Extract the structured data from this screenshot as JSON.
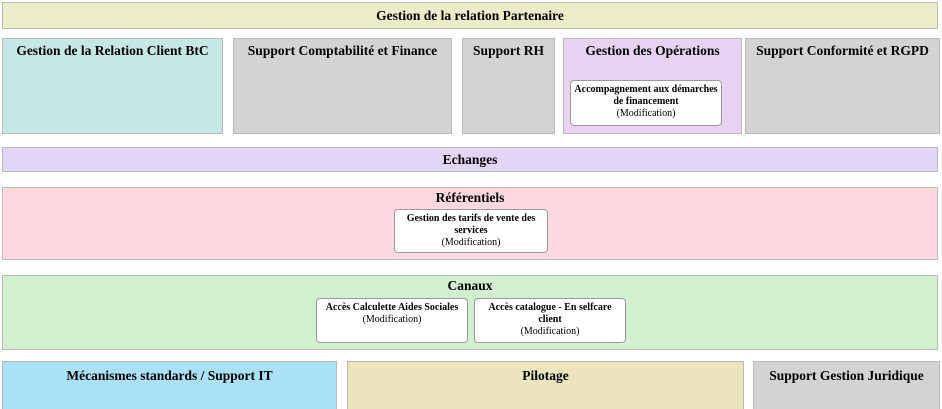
{
  "page": {
    "background": "#ffffff",
    "block_border_color": "#b9b9b9",
    "item_border_color": "#9a9a9a",
    "text_color": "#000000"
  },
  "header": {
    "label": "Gestion de la relation Partenaire",
    "bg": "#ebecc8"
  },
  "capabilities": [
    {
      "label": "Gestion de la Relation Client BtC",
      "bg": "#c5e8e4"
    },
    {
      "label": "Support Comptabilité et Finance",
      "bg": "#d3d3d3"
    },
    {
      "label": "Support RH",
      "bg": "#d3d3d3"
    },
    {
      "label": "Gestion des Opérations",
      "bg": "#e8d2f2",
      "item": {
        "title": "Accompagnement aux démarches de financement",
        "tag": "(Modification)"
      }
    },
    {
      "label": "Support Conformité et RGPD",
      "bg": "#d3d3d3"
    }
  ],
  "bands": [
    {
      "label": "Echanges",
      "bg": "#e2d6f6"
    },
    {
      "label": "Référentiels",
      "bg": "#fdd8de",
      "item": {
        "title": "Gestion des tarifs de vente des services",
        "tag": "(Modification)"
      }
    },
    {
      "label": "Canaux",
      "bg": "#d0f0ce",
      "items": [
        {
          "title": "Accès Calculette Aides Sociales",
          "tag": "(Modification)"
        },
        {
          "title": "Accès catalogue - En selfcare client",
          "tag": "(Modification)"
        }
      ]
    }
  ],
  "footer": [
    {
      "label": "Mécanismes standards / Support IT",
      "bg": "#aae1f8"
    },
    {
      "label": "Pilotage",
      "bg": "#ebe4bd"
    },
    {
      "label": "Support Gestion Juridique",
      "bg": "#d3d3d3"
    }
  ]
}
